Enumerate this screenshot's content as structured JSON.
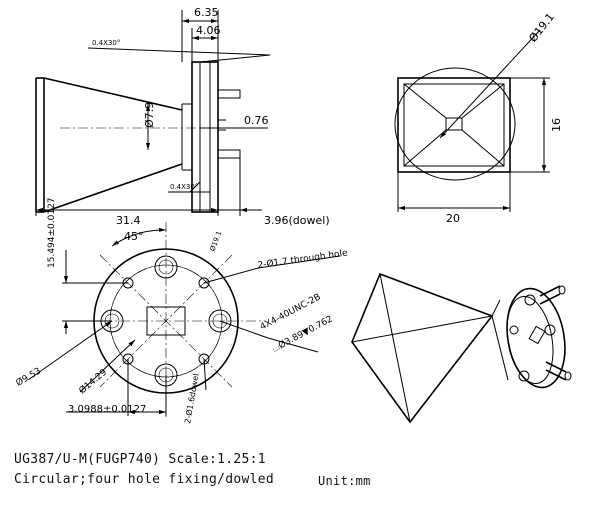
{
  "side_view": {
    "dim_top_outer": "6.35",
    "dim_top_inner": "4.06",
    "chamfer_top": "0.4X30°",
    "chamfer_bottom": "0.4X30°",
    "dia_throat": "Ø7.9",
    "dim_flange": "0.76",
    "length": "31.4",
    "dowel": "3.96(dowel)"
  },
  "front_view": {
    "dia_outer": "Ø19.1",
    "height": "16",
    "width": "20"
  },
  "flange_view": {
    "angle": "45°",
    "dia_small": "Ø19.1",
    "through_hole": "2-Ø1.7 through hole",
    "dim_vertical": "15.494±0.0127",
    "thread": "4X4-40UNC-2B",
    "thread_depth": "⌴Ø3.89▼0.762",
    "dia_953": "Ø9.53",
    "dia_1429": "Ø14.29",
    "dim_bottom": "3.0988±0.0127",
    "dowel_holes": "2-Ø1.6dowel"
  },
  "caption": {
    "line1": "UG387/U-M(FUGP740) Scale:1.25:1",
    "line2": "Circular;four hole fixing/dowled",
    "unit": "Unit:mm"
  }
}
